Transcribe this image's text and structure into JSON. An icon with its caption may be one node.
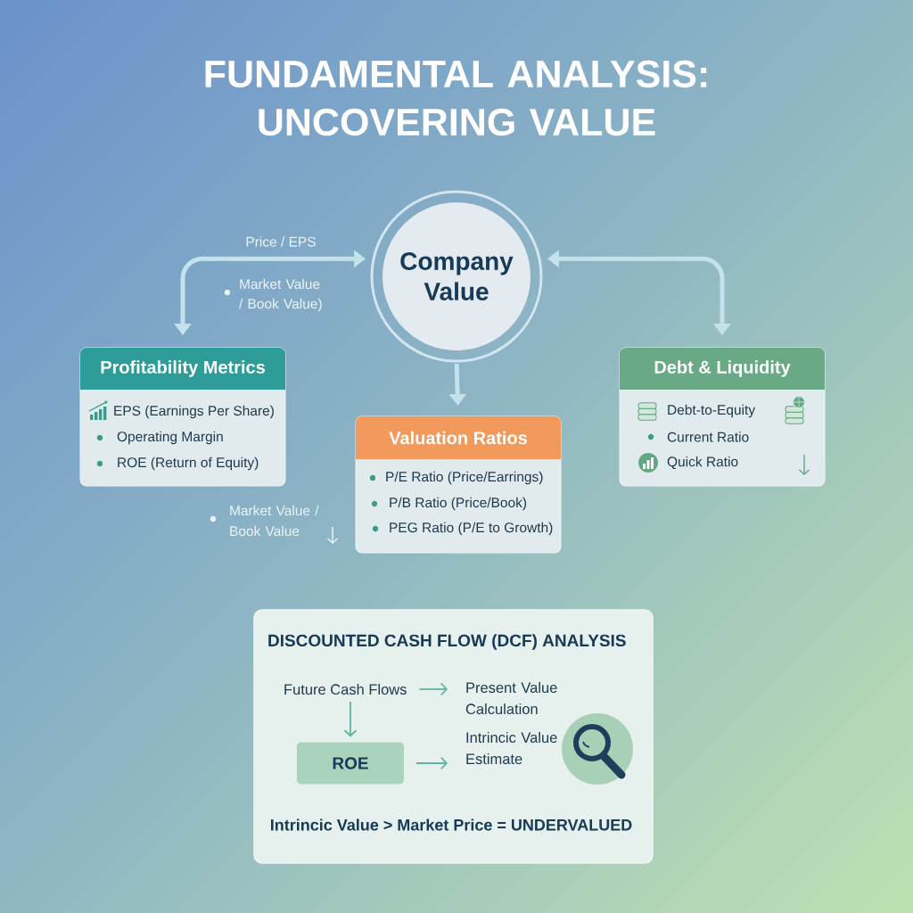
{
  "diagram": {
    "title": "FUNDAMENTAL ANALYSIS: UNCOVERING VALUE",
    "nodes": [
      {
        "text": [
          "Company Value"
        ]
      },
      {
        "text": [
          "Profitability Metrics",
          "EPS (Earnings Per Share)",
          "Operating Margin",
          "ROE (Return of Equity)"
        ]
      },
      {
        "text": [
          "Debt & Liquidity",
          "Debt-to-Equity",
          "Current Ratio",
          "Quick Ratio"
        ]
      },
      {
        "text": [
          "Valuation Ratios",
          "P/E Ratio (Price/Earrings)",
          "P/B Ratio (Price/Book)",
          "PEG Ratio (P/E to Growth)"
        ]
      },
      {
        "text": [
          "DISCOUNTED CASH FLOW (DCF) ANALYSIS",
          "Intrincic Value > Market Price = UNDERVALUED"
        ]
      },
      {
        "text": [
          "Future Cash Flows"
        ],
        "in": 4
      },
      {
        "text": [
          "Present Value Calculation"
        ],
        "in": 4
      },
      {
        "text": [
          "ROE"
        ],
        "in": 4
      },
      {
        "text": [
          "Intrincic Value Estimate"
        ],
        "in": 4
      }
    ],
    "edges": [
      {
        "from": 0,
        "to": 1,
        "arrow": "both",
        "label": "Price / EPS",
        "style": "thick",
        "color": "#c3e2ec"
      },
      {
        "from": 0,
        "to": 2,
        "arrow": "both",
        "style": "thick",
        "color": "#c3e2ec"
      },
      {
        "from": 0,
        "to": 3,
        "arrow": "to",
        "style": "thick",
        "color": "#c3e2ec"
      },
      {
        "from": 5,
        "to": 6,
        "arrow": "to",
        "color": "#5db3a4"
      },
      {
        "from": 5,
        "to": 7,
        "arrow": "to",
        "color": "#5db3a4"
      },
      {
        "from": 7,
        "to": 8,
        "arrow": "to",
        "color": "#5db3a4"
      }
    ],
    "labels": [
      "Market Value / Book Value)",
      "Market Value / Book Value"
    ]
  }
}
